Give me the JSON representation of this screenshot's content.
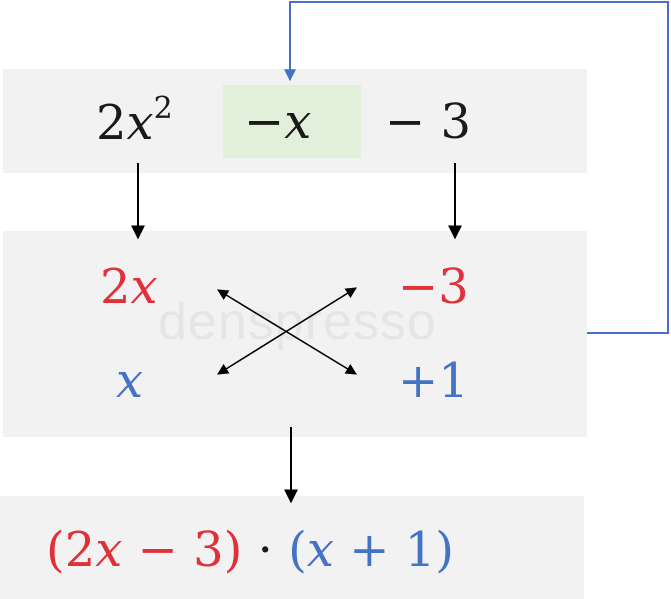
{
  "colors": {
    "red": "#e0303a",
    "blue": "#4472c4",
    "black": "#1a1a1a",
    "band": "#f2f2f2",
    "highlight": "#e2efda",
    "feedback_line": "#4472c4"
  },
  "top": {
    "coef": "2",
    "var": "x",
    "exp": "2",
    "mid_sign": "−",
    "mid_var": "x",
    "const": "− 3"
  },
  "cross": {
    "left_top_coef": "2",
    "left_top_var": "x",
    "left_bottom_var": "x",
    "right_top": "−3",
    "right_bottom": "+1"
  },
  "result": {
    "red_open": "(2",
    "red_var": "x",
    "red_close": " − 3)",
    "dot": "·",
    "blue_open": "(",
    "blue_var": "x",
    "blue_close": " + 1)"
  },
  "watermark": "denspresso"
}
